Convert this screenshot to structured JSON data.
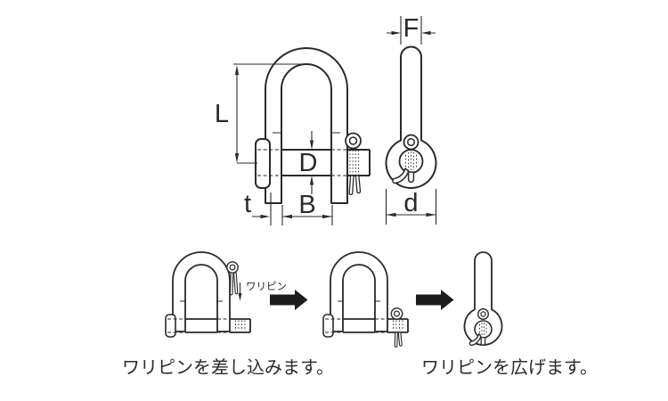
{
  "dimension_labels": {
    "inside_length": "L",
    "pin_diameter": "D",
    "inside_width": "B",
    "body_thickness": "t",
    "shank_width": "F",
    "eye_width": "d"
  },
  "callout": {
    "split_pin": "ワリピン"
  },
  "captions": {
    "insert_step": "ワリピンを差し込みます。",
    "spread_step": "ワリピンを広げます。"
  },
  "colors": {
    "line": "#2a2a2a",
    "process_arrow": "#1c1c1c",
    "background": "#ffffff"
  }
}
